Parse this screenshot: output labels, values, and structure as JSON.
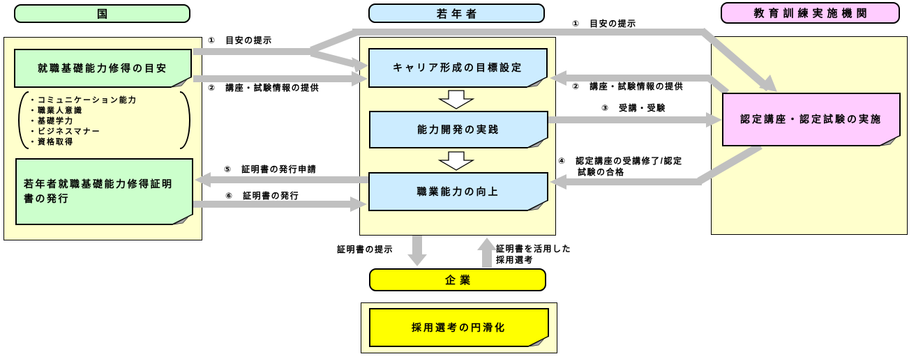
{
  "colors": {
    "panel_bg": "#FFFFCC",
    "country_green": "#CCFFCC",
    "youth_blue": "#CCECFF",
    "training_pink": "#FFCCFF",
    "company_yellow": "#FFFF00",
    "arrow_gray": "#C0C0C0"
  },
  "headers": {
    "country": "国",
    "youth": "若年者",
    "training_org": "教育訓練実施機関",
    "company": "企業"
  },
  "country_panel": {
    "guideline_note": "就職基礎能力修得の目安",
    "ability_list": [
      "・コミュニケーション能力",
      "・職業人意識",
      "・基礎学力",
      "・ビジネスマナー",
      "・資格取得"
    ],
    "certificate_note": "若年者就職基礎能力修得証明書の発行"
  },
  "youth_panel": {
    "step1": "キャリア形成の目標設定",
    "step2": "能力開発の実践",
    "step3": "職業能力の向上"
  },
  "training_panel": {
    "implement_note": "認定講座・認定試験の実施"
  },
  "company_panel": {
    "outcome_note": "採用選考の円滑化"
  },
  "arrow_labels": {
    "a1_to_youth": "①　目安の提示",
    "a1_to_training": "①　目安の提示",
    "a2_from_country": "②　講座・試験情報の提供",
    "a2_from_training": "②　講座・試験情報の提供",
    "a3_attend": "③　受講・受験",
    "a4_line1": "④　認定講座の受講修了/認定",
    "a4_line2": "試験の合格",
    "a5_apply": "⑤　証明書の発行申請",
    "a6_issue": "⑥　証明書の発行",
    "show_certificate": "証明書の提示",
    "use_certificate_line1": "証明書を活用した",
    "use_certificate_line2": "採用選考"
  }
}
